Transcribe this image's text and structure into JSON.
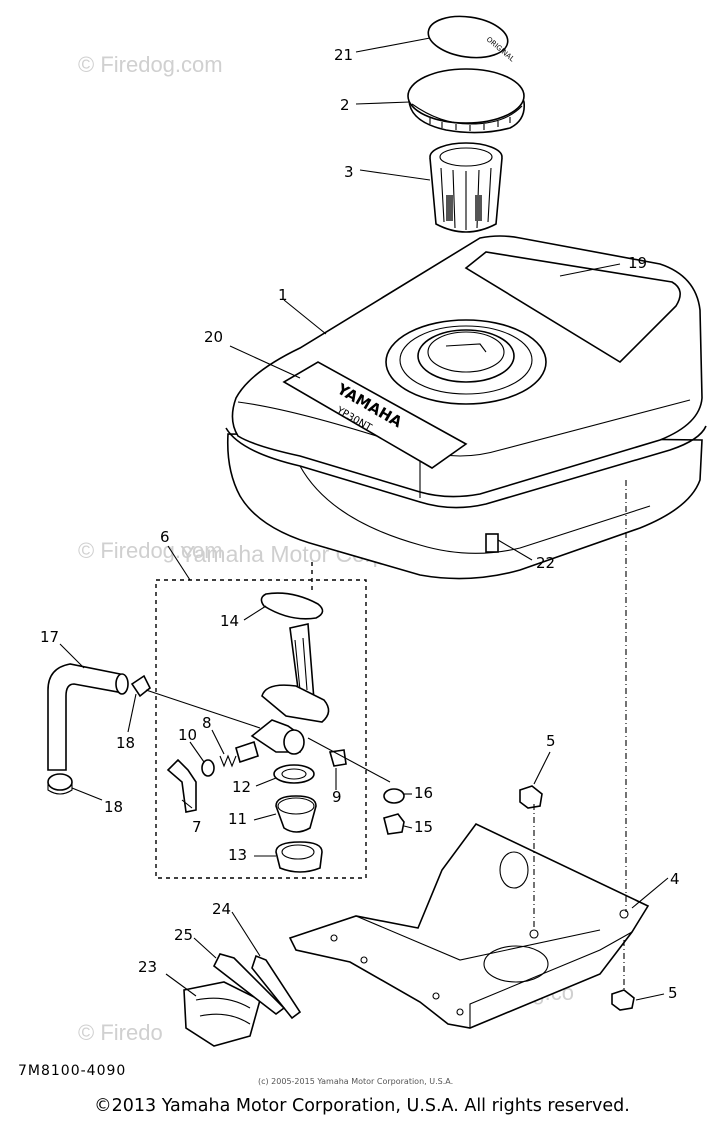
{
  "watermarks": {
    "brand": "© Firedog.com",
    "brand_short": "© Firedo",
    "brand_mid": "Firedog.co",
    "corp": "Yamaha Motor Corp., U.S.A."
  },
  "tank_text": {
    "line1": "YAMAHA",
    "line2": "YP30NT",
    "cap_label": "ORIGINAL"
  },
  "callouts": {
    "c1": "1",
    "c2": "2",
    "c3": "3",
    "c4": "4",
    "c5a": "5",
    "c5b": "5",
    "c6": "6",
    "c7": "7",
    "c8": "8",
    "c9": "9",
    "c10": "10",
    "c11": "11",
    "c12": "12",
    "c13": "13",
    "c14": "14",
    "c15": "15",
    "c16": "16",
    "c17": "17",
    "c18a": "18",
    "c18b": "18",
    "c19": "19",
    "c20": "20",
    "c21": "21",
    "c22": "22",
    "c23": "23",
    "c24": "24",
    "c25": "25"
  },
  "diagram_code": "7M8100-4090",
  "small_copyright": "(c) 2005-2015 Yamaha Motor Corporation, U.S.A.",
  "footer": "©2013 Yamaha Motor Corporation, U.S.A. All rights reserved."
}
